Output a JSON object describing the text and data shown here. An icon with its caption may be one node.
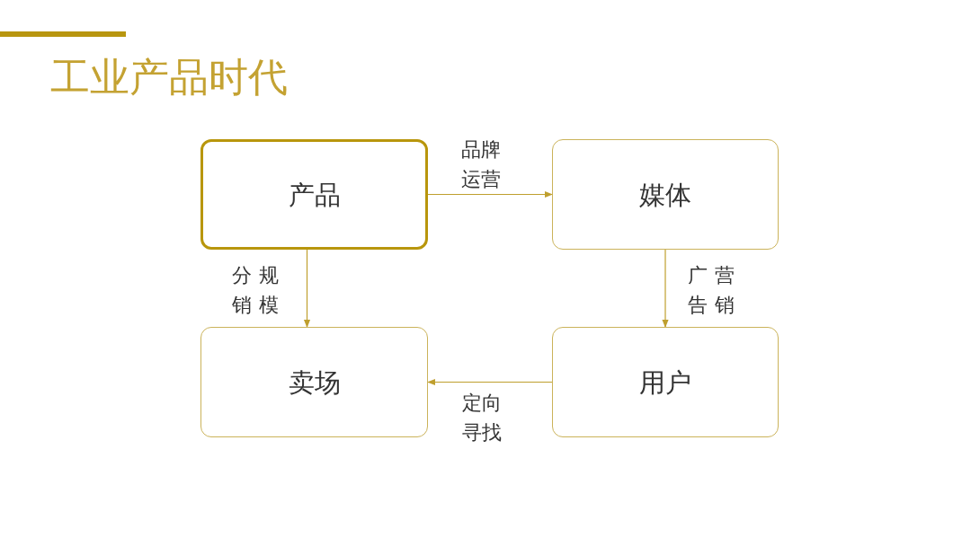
{
  "diagram": {
    "title": "工业产品时代",
    "nodes": [
      {
        "text": [
          "产品"
        ]
      },
      {
        "text": [
          "媒体"
        ]
      },
      {
        "text": [
          "卖场"
        ]
      },
      {
        "text": [
          "用户"
        ]
      }
    ],
    "edges": [
      {
        "from": 0,
        "to": 1,
        "label": "品牌运营",
        "arrow": "to"
      },
      {
        "from": 0,
        "to": 2,
        "label": "分销规模",
        "arrow": "to"
      },
      {
        "from": 1,
        "to": 3,
        "label": "广告营销",
        "arrow": "to"
      },
      {
        "from": 3,
        "to": 2,
        "label": "定向寻找",
        "arrow": "to"
      }
    ]
  }
}
